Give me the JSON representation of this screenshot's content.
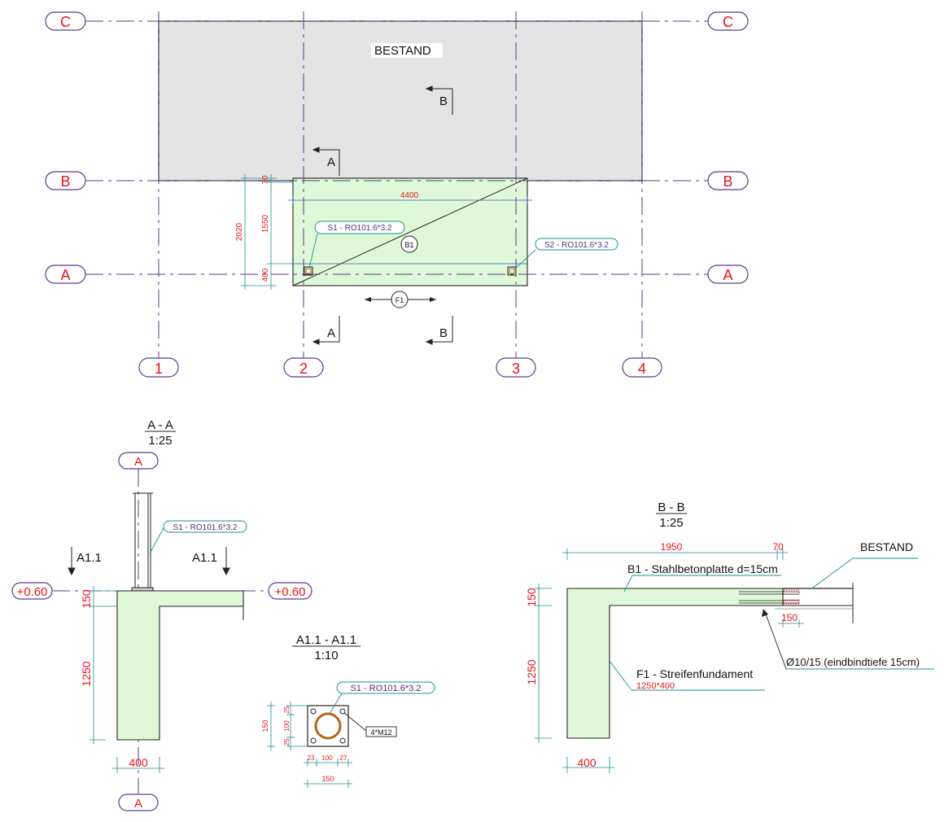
{
  "grid_axes": {
    "letters": [
      "C",
      "B",
      "A"
    ],
    "numbers": [
      "1",
      "2",
      "3",
      "4"
    ]
  },
  "plan": {
    "existing_label": "BESTAND",
    "section_marks": {
      "a": "A",
      "b": "B"
    },
    "dims": {
      "total_width": "4400",
      "total_depth": "2020",
      "d70": "70",
      "d1550": "1550",
      "d400": "400"
    },
    "beam_tag": "B1",
    "foundation_tag": "F1",
    "column_tag_s1": "S1 - RO101.6*3.2",
    "column_tag_s2": "S2 - RO101.6*3.2"
  },
  "section_aa": {
    "title": "A - A",
    "scale": "1:25",
    "axis": "A",
    "column_tag": "S1 - RO101.6*3.2",
    "cut_mark": "A1.1",
    "level": "+0.60",
    "dims": {
      "slab": "150",
      "depth": "1250",
      "width": "400"
    }
  },
  "detail_a11": {
    "title": "A1.1 - A1.1",
    "scale": "1:10",
    "column_tag": "S1 - RO101.6*3.2",
    "bolts": "4*M12",
    "dims": {
      "v25a": "25",
      "v100": "100",
      "v25b": "25",
      "v150": "150",
      "h23": "23",
      "h100": "100",
      "h27": "27",
      "h150": "150"
    }
  },
  "section_bb": {
    "title": "B - B",
    "scale": "1:25",
    "existing_label": "BESTAND",
    "slab_label": "B1 - Stahlbetonplatte d=15cm",
    "rebar_label": "Ø10/15  (eindbindtiefe 15cm)",
    "foundation_label": "F1 - Streifenfundament",
    "foundation_size": "1250*400",
    "dims": {
      "d1950": "1950",
      "d70": "70",
      "d150_embed": "150",
      "slab": "150",
      "depth": "1250",
      "width": "400"
    }
  }
}
